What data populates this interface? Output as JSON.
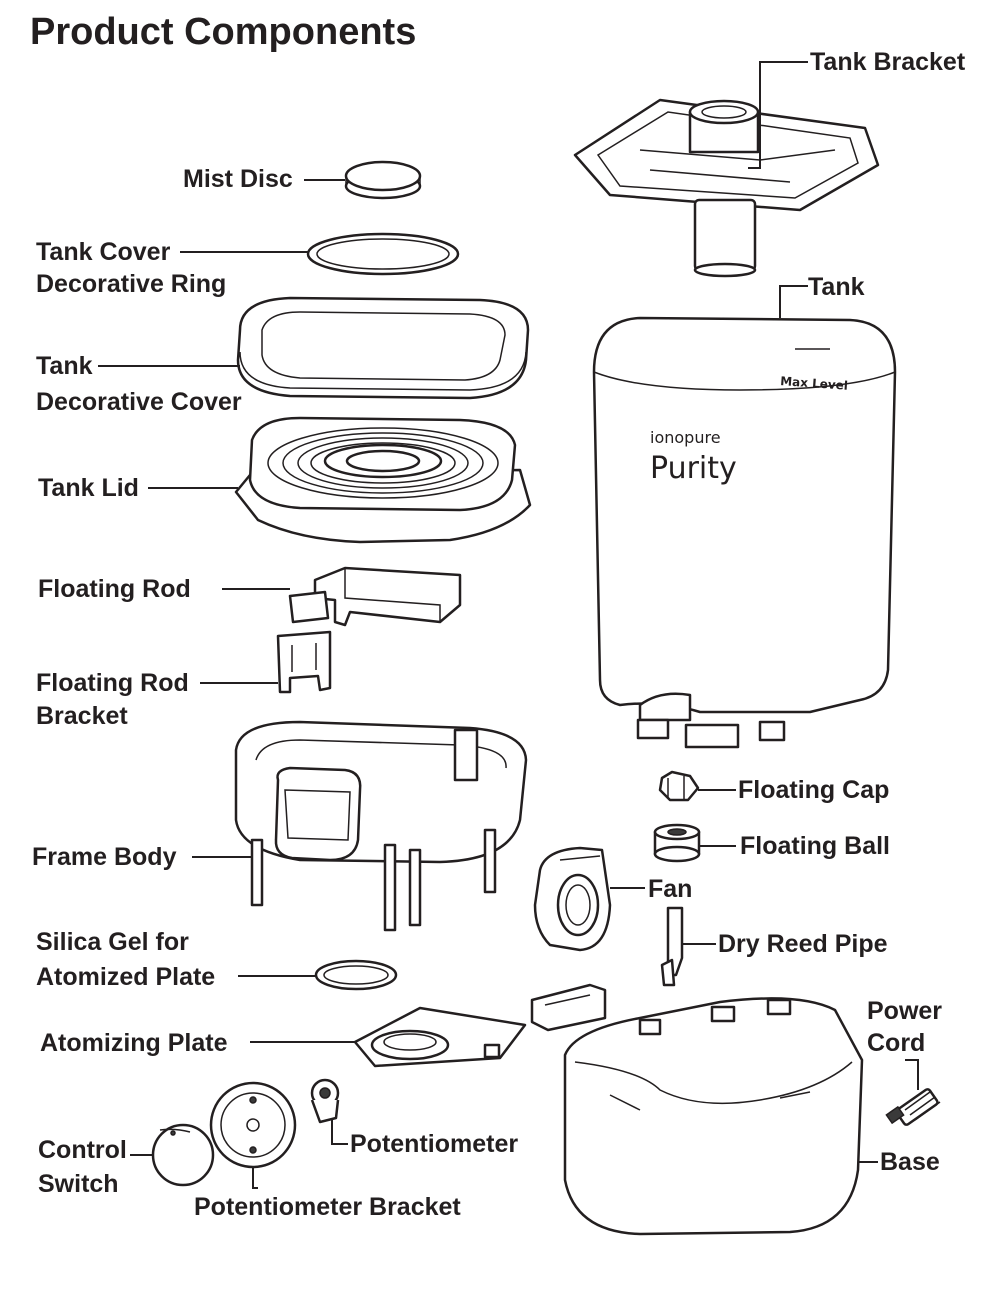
{
  "title": "Product Components",
  "brand": {
    "line1": "ionopure",
    "line2": "Purity"
  },
  "tank_marking": "Max Level",
  "labels": {
    "tank_bracket": "Tank Bracket",
    "mist_disc": "Mist Disc",
    "tank_cover_ring_1": "Tank Cover",
    "tank_cover_ring_2": "Decorative Ring",
    "tank": "Tank",
    "tank_cover_1": "Tank",
    "tank_cover_2": "Decorative Cover",
    "tank_lid": "Tank Lid",
    "floating_rod": "Floating Rod",
    "floating_rod_bracket_1": "Floating Rod",
    "floating_rod_bracket_2": "Bracket",
    "floating_cap": "Floating Cap",
    "floating_ball": "Floating Ball",
    "frame_body": "Frame Body",
    "fan": "Fan",
    "dry_reed_pipe": "Dry Reed Pipe",
    "silica_gel_1": "Silica Gel for",
    "silica_gel_2": "Atomized Plate",
    "power_cord_1": "Power",
    "power_cord_2": "Cord",
    "atomizing_plate": "Atomizing Plate",
    "potentiometer": "Potentiometer",
    "control_switch_1": "Control",
    "control_switch_2": "Switch",
    "base": "Base",
    "potentiometer_bracket": "Potentiometer Bracket"
  }
}
